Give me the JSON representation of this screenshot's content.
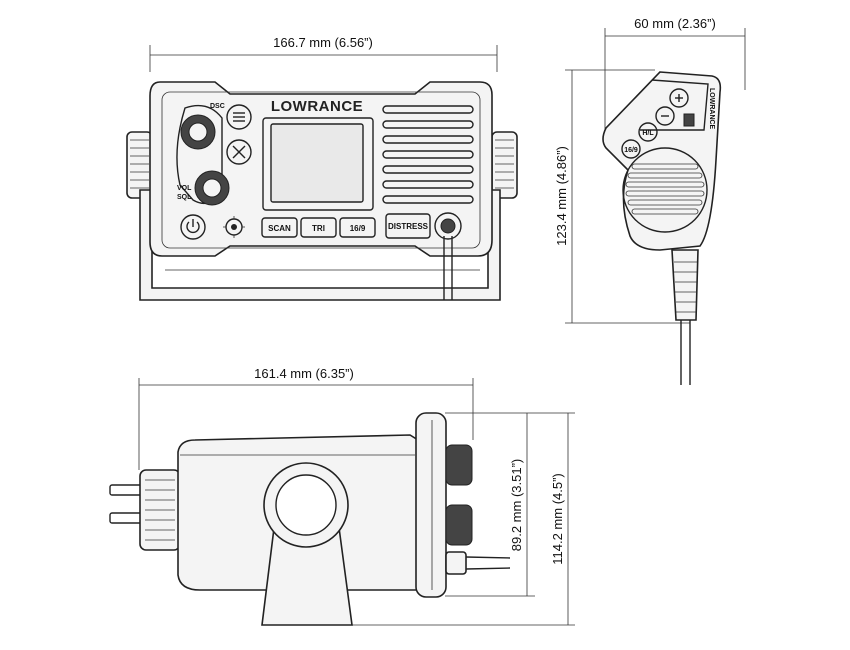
{
  "dimensions": {
    "front_width": "166.7 mm (6.56”)",
    "mic_width": "60 mm (2.36”)",
    "mic_height": "123.4 mm (4.86”)",
    "side_length": "161.4 mm (6.35”)",
    "side_inner_height": "89.2 mm (3.51”)",
    "side_total_height": "114.2 mm (4.5”)"
  },
  "radio": {
    "brand": "LOWRANCE",
    "dsc_label": "DSC",
    "vol_label": "VOL",
    "sql_label": "SQL",
    "buttons": [
      "SCAN",
      "TRI",
      "16/9",
      "DISTRESS"
    ]
  },
  "mic": {
    "brand": "LOWRANCE",
    "hl_label": "H/L",
    "ch_label": "16/9"
  }
}
